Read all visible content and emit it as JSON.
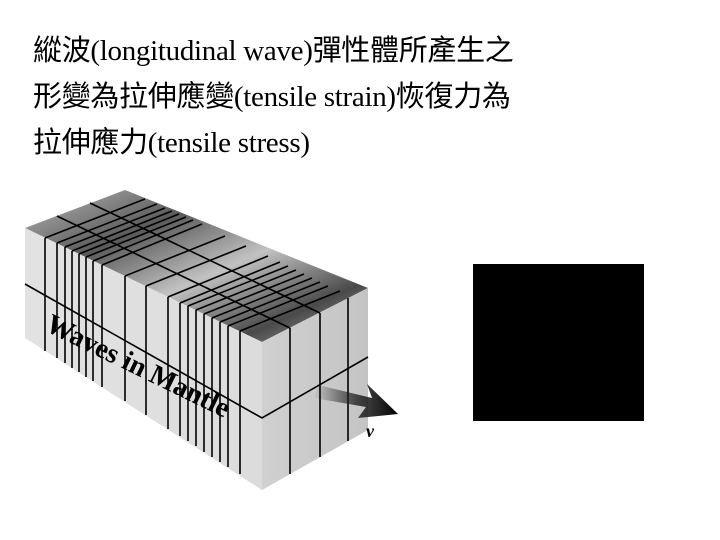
{
  "slide": {
    "text_lines": [
      "縱波(longitudinal wave)彈性體所產生之",
      "形變為拉伸應變(tensile strain)恢復力為",
      "拉伸應力(tensile stress)"
    ]
  },
  "figure": {
    "label": "Waves in Mantle",
    "velocity_label": "v",
    "colors": {
      "face_light": "#e4e4e4",
      "face_mid": "#bdbdbd",
      "face_dark": "#555555",
      "grid_lines": "#000000",
      "arrow": "#111111"
    }
  },
  "placeholder_box": {
    "color": "#000000"
  }
}
